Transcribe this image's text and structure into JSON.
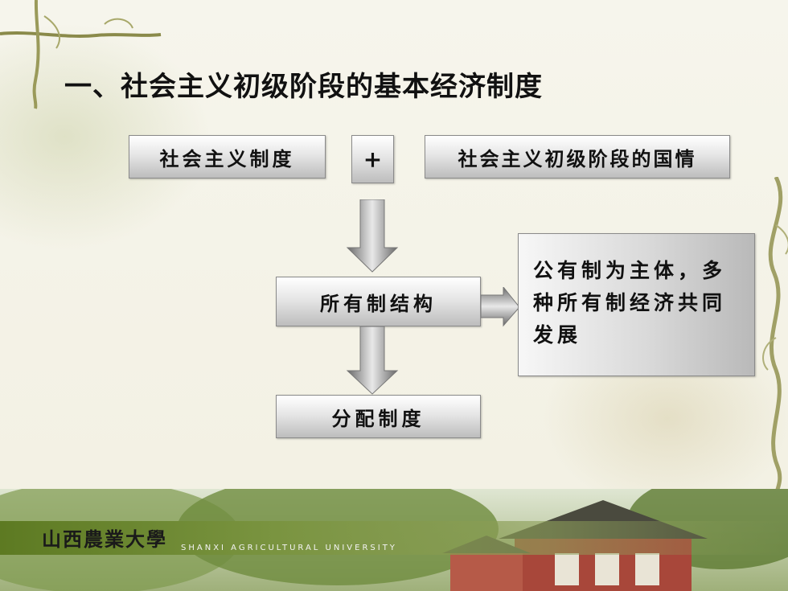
{
  "slide": {
    "title": "一、社会主义初级阶段的基本经济制度",
    "box_socialist_system": "社会主义制度",
    "plus_sign": "+",
    "box_national_conditions": "社会主义初级阶段的国情",
    "box_ownership_structure": "所有制结构",
    "box_public_ownership": "公有制为主体，多种所有制经济共同发展",
    "box_distribution_system": "分配制度"
  },
  "footer": {
    "logo_text": "山西農業大學",
    "logo_subtitle": "SHANXI AGRICULTURAL UNIVERSITY"
  },
  "colors": {
    "footer_green": "#6f8a2e",
    "brick_red": "#a8473a",
    "box_gray": "#cfcfcf"
  }
}
